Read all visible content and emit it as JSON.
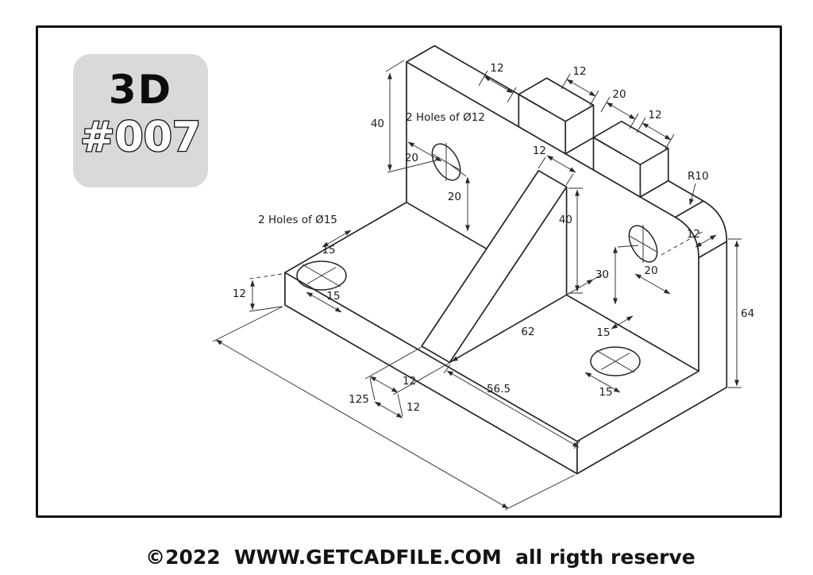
{
  "badge": {
    "line1": "3D",
    "line2": "#007"
  },
  "footer": {
    "text": "©2022  WWW.GETCADFILE.COM  all rigth reserve"
  },
  "drawing": {
    "notes": [
      "2 Holes of Ø12",
      "2 Holes of Ø15"
    ],
    "dims": [
      "40",
      "20",
      "20",
      "12",
      "40",
      "30",
      "20",
      "12",
      "R10",
      "64",
      "12",
      "12",
      "20",
      "12",
      "125",
      "62",
      "56.5",
      "12",
      "12",
      "12",
      "15",
      "15",
      "15",
      "15"
    ]
  },
  "colors": {
    "ink": "#222222",
    "badge_bg": "#d9d9d9",
    "border": "#111111",
    "paper": "#ffffff"
  }
}
